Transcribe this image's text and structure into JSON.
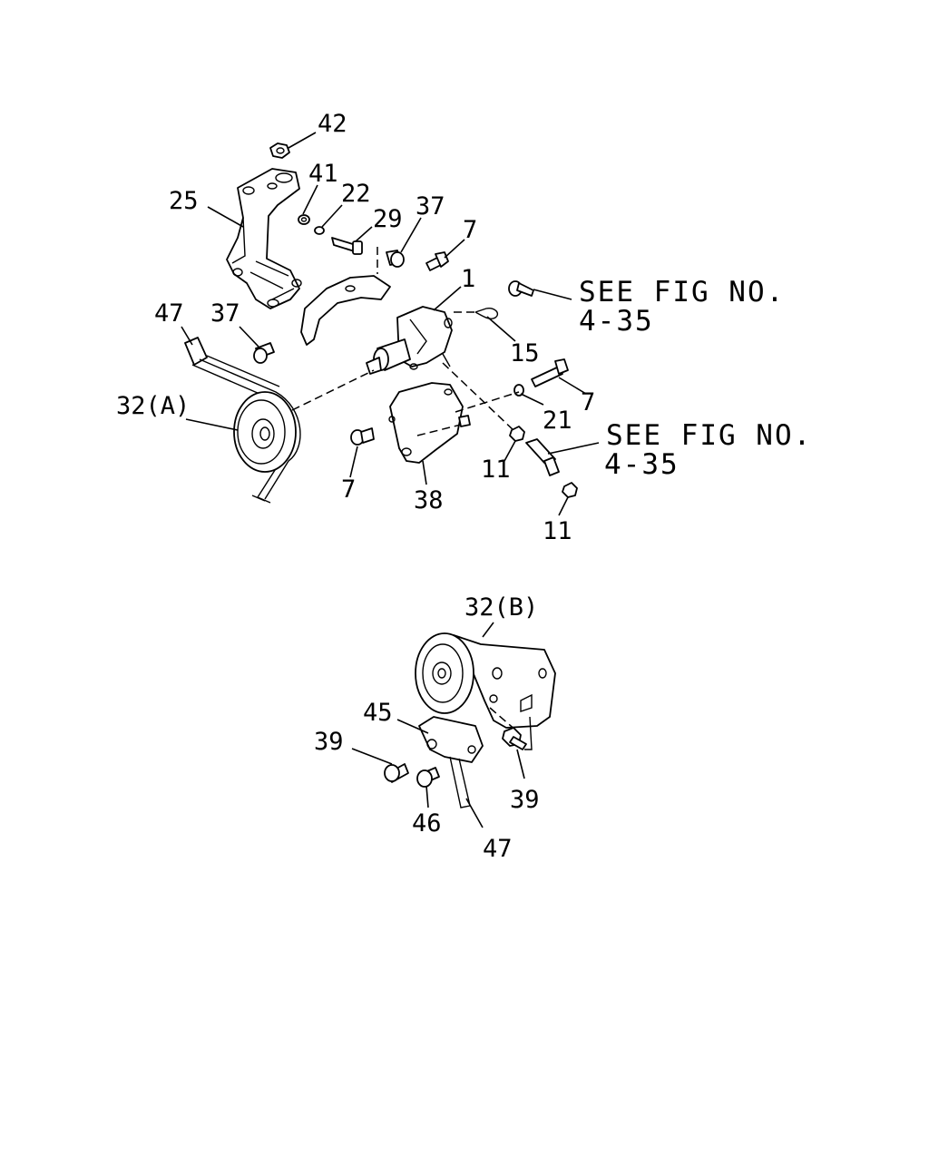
{
  "diagram": {
    "labels": {
      "p42": "42",
      "p41": "41",
      "p22": "22",
      "p29": "29",
      "p37a": "37",
      "p7a": "7",
      "p25": "25",
      "p1": "1",
      "p47a": "47",
      "p37b": "37",
      "p32a": "32(A)",
      "p15": "15",
      "p7b": "7",
      "p21": "21",
      "p11a": "11",
      "p7c": "7",
      "p38": "38",
      "p11b": "11",
      "p32b": "32(B)",
      "p45": "45",
      "p39a": "39",
      "p39b": "39",
      "p46": "46",
      "p47b": "47"
    },
    "references": {
      "ref1_line1": "SEE FIG NO.",
      "ref1_line2": "4-35",
      "ref2_line1": "SEE FIG NO.",
      "ref2_line2": "4-35"
    }
  }
}
